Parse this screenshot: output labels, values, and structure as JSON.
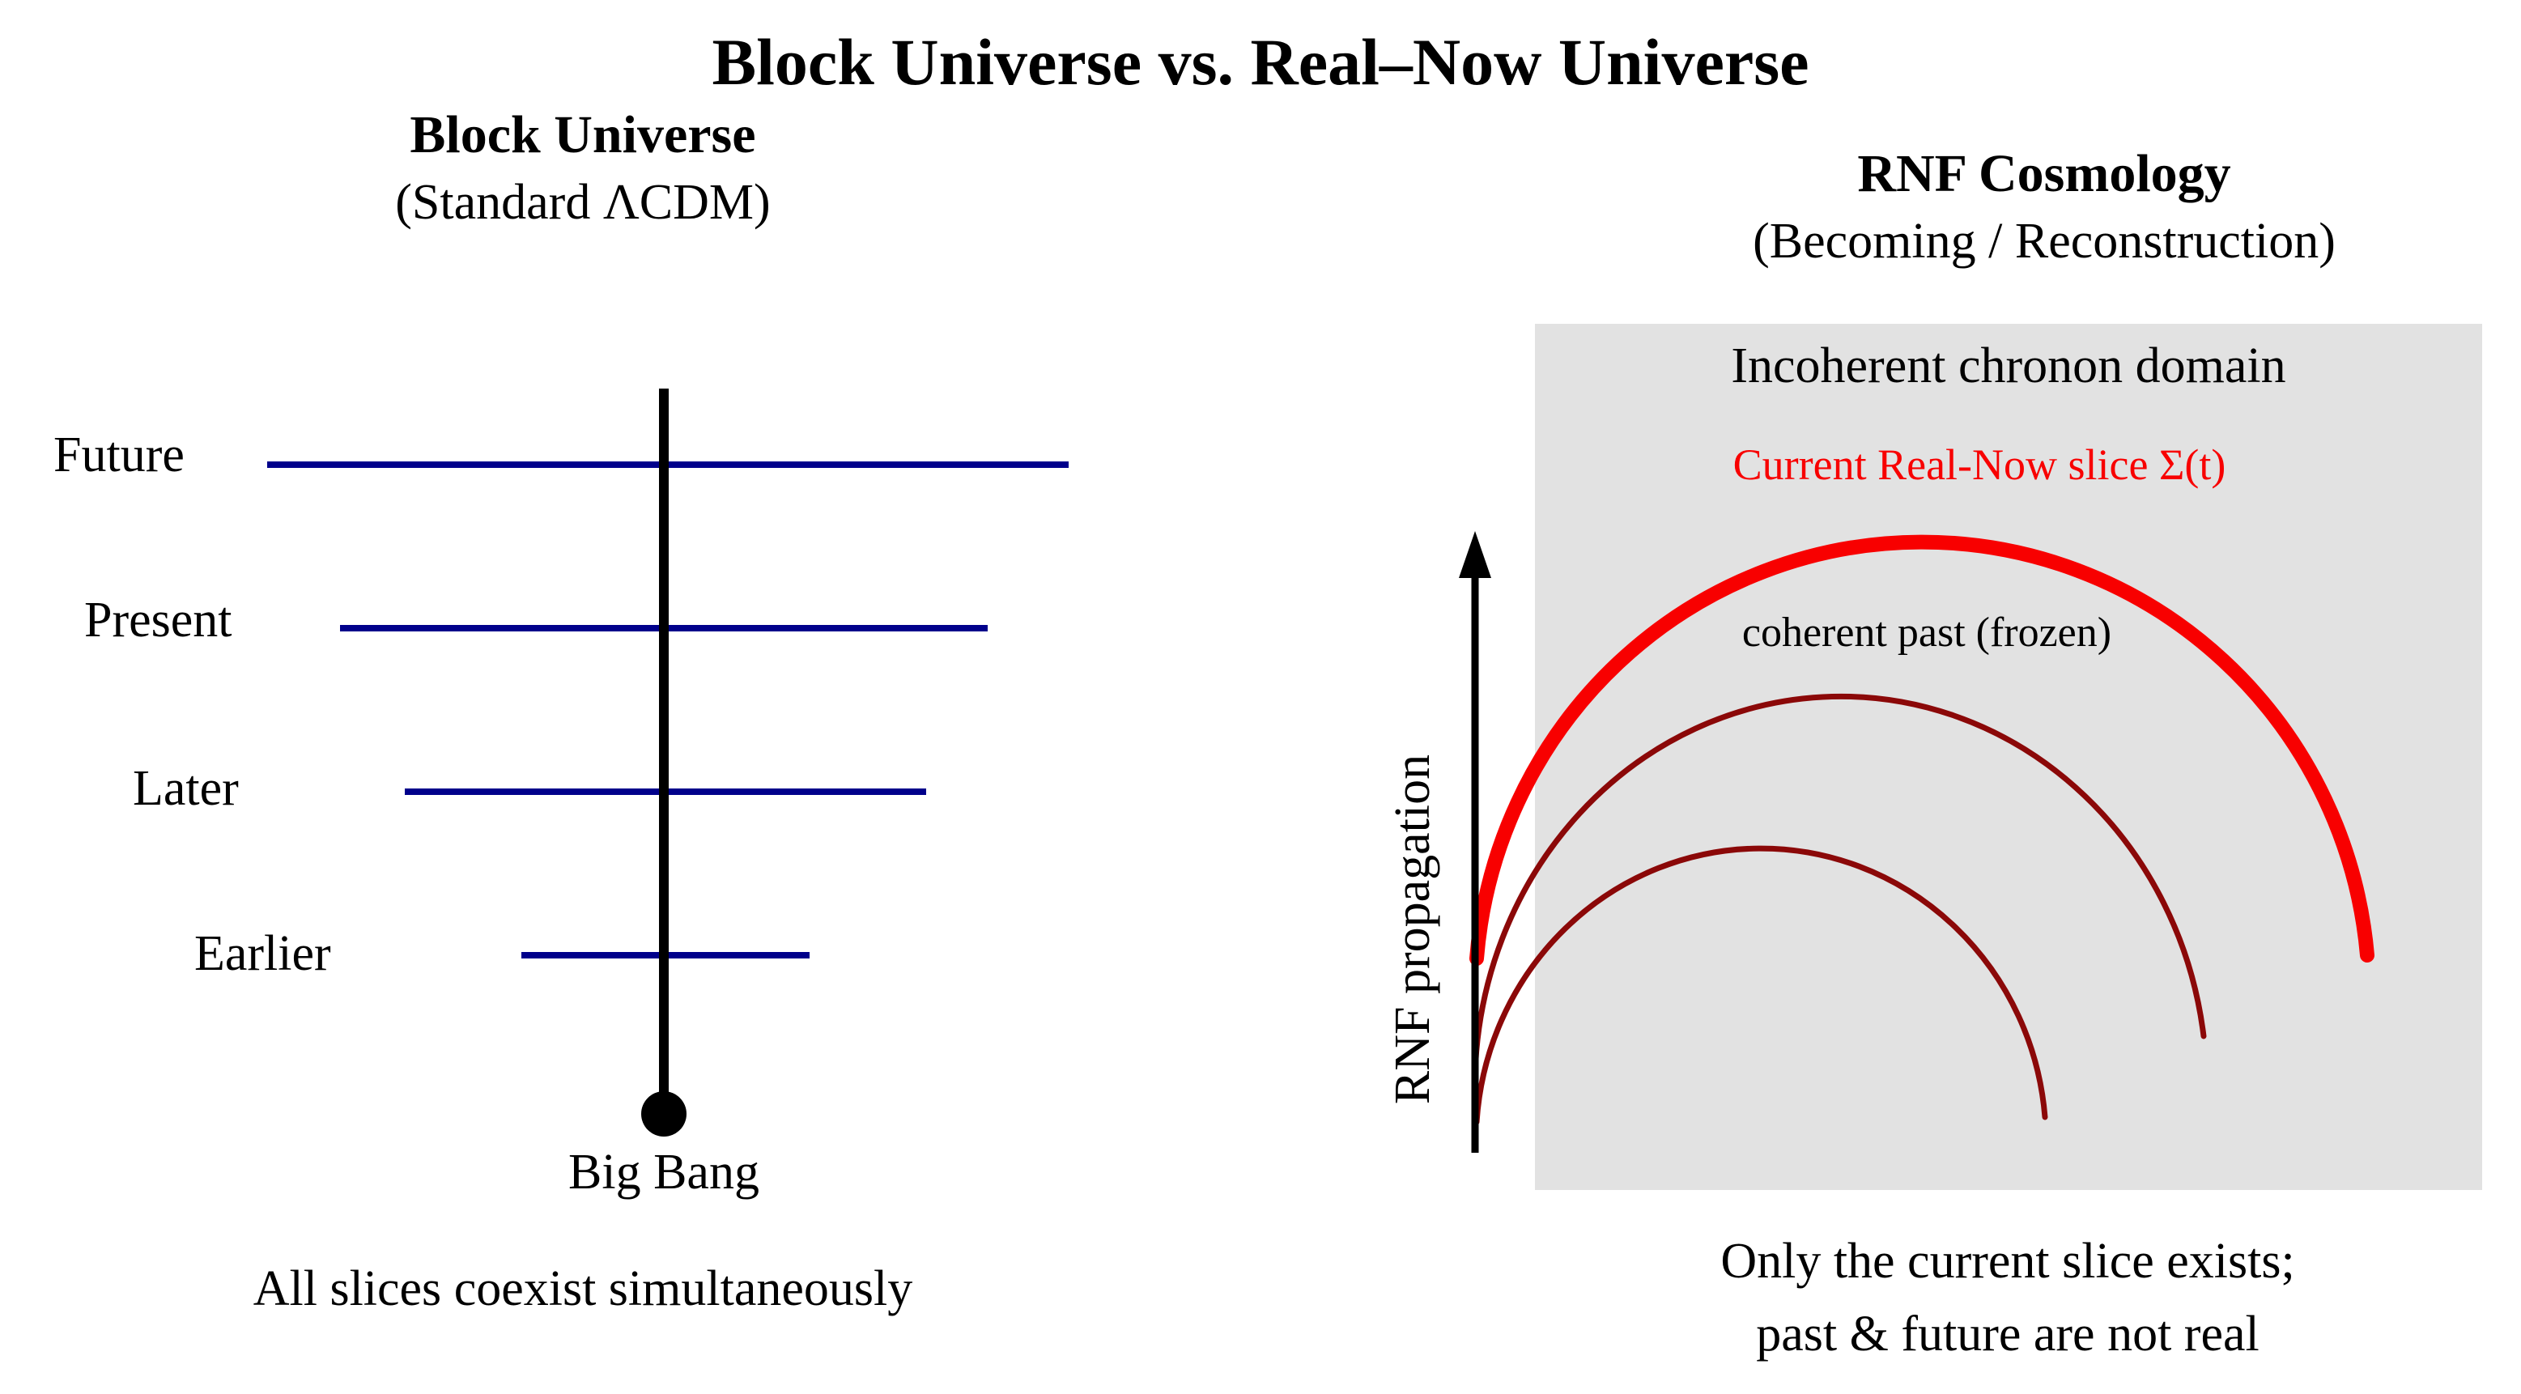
{
  "title": "Block Universe vs. Real–Now Universe",
  "left_panel": {
    "heading": "Block Universe",
    "subheading": "(Standard ΛCDM)",
    "slices": [
      {
        "label": "Future"
      },
      {
        "label": "Present"
      },
      {
        "label": "Later"
      },
      {
        "label": "Earlier"
      }
    ],
    "origin_label": "Big Bang",
    "caption": "All slices coexist simultaneously"
  },
  "right_panel": {
    "heading": "RNF Cosmology",
    "subheading": "(Becoming / Reconstruction)",
    "domain_label": "Incoherent chronon domain",
    "current_slice_label": "Current Real-Now slice Σ(t)",
    "past_label": "coherent past (frozen)",
    "axis_label": "RNF propagation",
    "caption_line1": "Only the current slice exists;",
    "caption_line2": "past & future are not real"
  },
  "colors": {
    "slice_blue": "#00008b",
    "current_red": "#f80000",
    "frozen_dark_red": "#8b0808",
    "domain_bg": "#e2e2e2",
    "axis_black": "#000000"
  }
}
